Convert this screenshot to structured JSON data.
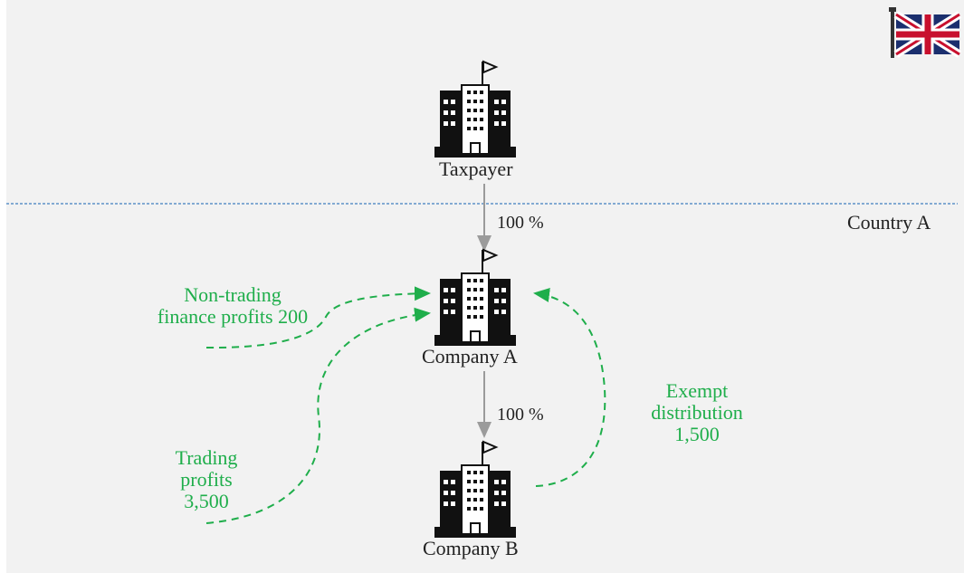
{
  "entities": {
    "taxpayer": "Taxpayer",
    "company_a": "Company A",
    "company_b": "Company B"
  },
  "region": "Country A",
  "ownership": {
    "taxpayer_to_a": "100 %",
    "a_to_b": "100 %"
  },
  "flows": {
    "non_trading": [
      "Non-trading",
      "finance profits 200"
    ],
    "trading": [
      "Trading",
      "profits",
      "3,500"
    ],
    "exempt": [
      "Exempt",
      "distribution",
      "1,500"
    ]
  },
  "colors": {
    "flow": "#1fae4b",
    "arrow": "#9b9b9b",
    "boundary": "#3f7fbf",
    "building": "#111111",
    "background": "#f2f2f2"
  },
  "icons": [
    "building-icon",
    "uk-flag-icon"
  ]
}
